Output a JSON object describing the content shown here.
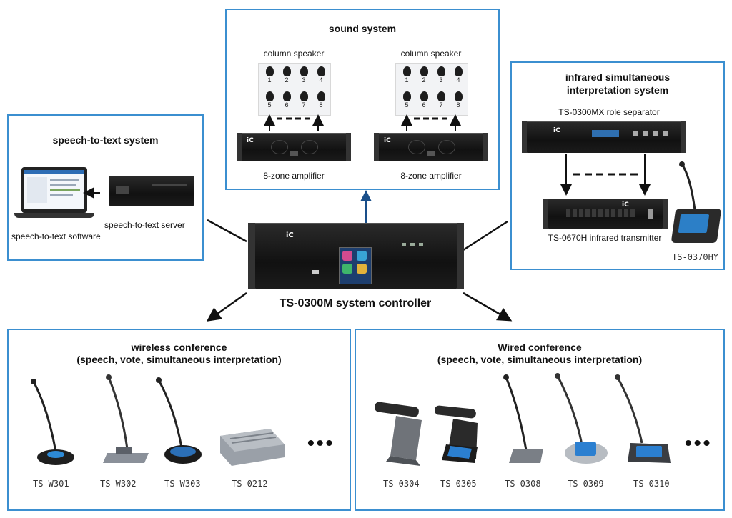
{
  "controller": {
    "label": "TS-0300M system controller"
  },
  "speech_to_text": {
    "title": "speech-to-text system",
    "server_label": "speech-to-text server",
    "software_label": "speech-to-text software"
  },
  "sound_system": {
    "title": "sound system",
    "speaker_label_left": "column speaker",
    "speaker_label_right": "column speaker",
    "amp_label_left": "8-zone amplifier",
    "amp_label_right": "8-zone amplifier",
    "zones": [
      "1",
      "2",
      "3",
      "4",
      "5",
      "6",
      "7",
      "8"
    ]
  },
  "infrared": {
    "title_line1": "infrared simultaneous",
    "title_line2": "interpretation system",
    "separator_label": "TS-0300MX role separator",
    "transmitter_label": "TS-0670H infrared transmitter",
    "console_label": "TS-0370HY"
  },
  "wireless": {
    "title_line1": "wireless conference",
    "title_line2": "(speech, vote, simultaneous interpretation)",
    "models": [
      "TS-W301",
      "TS-W302",
      "TS-W303",
      "TS-0212"
    ],
    "more": "•••"
  },
  "wired": {
    "title_line1": "Wired  conference",
    "title_line2": "(speech, vote, simultaneous interpretation)",
    "models": [
      "TS-0304",
      "TS-0305",
      "TS-0308",
      "TS-0309",
      "TS-0310"
    ],
    "more": "•••"
  },
  "colors": {
    "panel_border": "#3b8fd0",
    "arrow": "#1a4f8a",
    "device": "#1a1a1a"
  }
}
